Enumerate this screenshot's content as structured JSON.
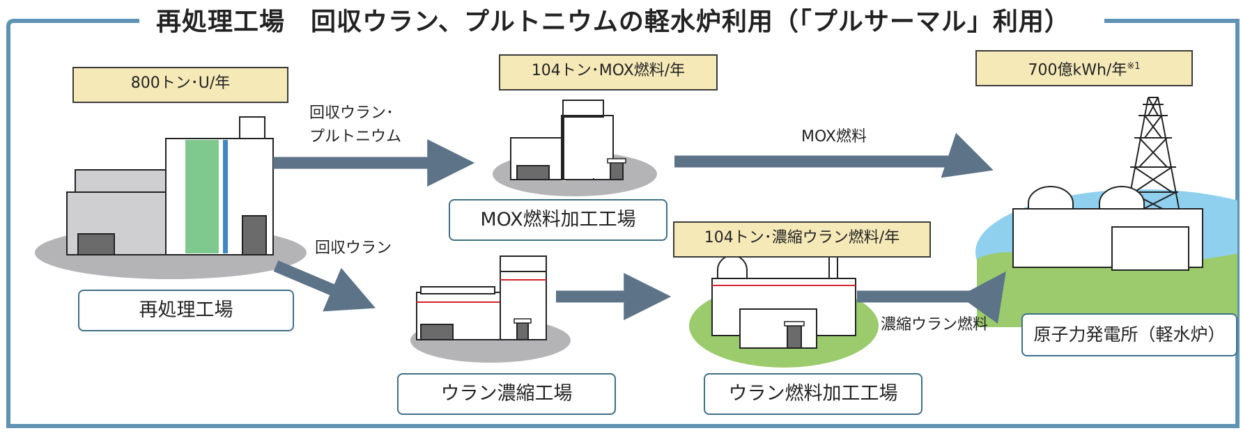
{
  "title": "再処理工場　回収ウラン、プルトニウムの軽水炉利用（「プルサーマル」利用）",
  "capacities": {
    "reprocessing": "800トン･U/年",
    "mox": "104トン･MOX燃料/年",
    "uranium_fuel": "104トン･濃縮ウラン燃料/年",
    "power_value": "700億kWh/年",
    "power_note": "※1"
  },
  "facilities": {
    "reprocessing": "再処理工場",
    "mox_plant": "MOX燃料加工工場",
    "enrichment": "ウラン濃縮工場",
    "fuel_fab": "ウラン燃料加工工場",
    "power_plant": "原子力発電所（軽水炉）"
  },
  "flows": {
    "recovered_u_pu_line1": "回収ウラン･",
    "recovered_u_pu_line2": "プルトニウム",
    "mox_fuel": "MOX燃料",
    "recovered_u": "回収ウラン",
    "enriched_fuel": "濃縮ウラン燃料"
  },
  "colors": {
    "frame": "#5f93b3",
    "arrow": "#5d7388",
    "tag_fill": "#f5e9b8",
    "ground_gray": "#b4b4b6",
    "ground_green": "#9ccb6e",
    "water_blue": "#8fd0ee",
    "accent_green": "#7fc98e",
    "accent_blue": "#3f88c5",
    "red_stripe": "#d8232a"
  }
}
